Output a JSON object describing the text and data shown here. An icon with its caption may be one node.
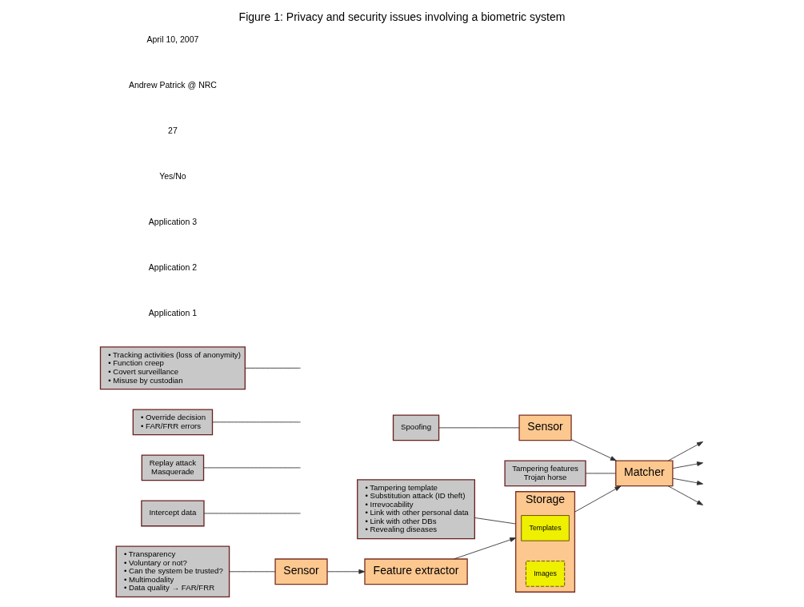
{
  "diagram": {
    "title": "Figure 1: Privacy and security issues involving a biometric system",
    "nodes": [
      {
        "text": [
          "Sensor"
        ]
      },
      {
        "text": [
          "Feature extractor"
        ]
      },
      {
        "text": [
          "Storage"
        ]
      },
      {
        "text": [
          "Templates"
        ],
        "in": 2
      },
      {
        "text": [
          "Images"
        ],
        "in": 2
      },
      {
        "text": [
          "• Transparency",
          "• Voluntary or not?",
          "• Can the system be trusted?",
          "• Multimodality",
          "• Data quality → FAR/FRR"
        ]
      },
      {
        "text": [
          "• Tampering template",
          "• Substitution attack (ID theft)",
          "• Irrevocability",
          "• Link with other personal data",
          "• Link with other DBs",
          "• Revealing diseases"
        ]
      },
      {
        "text": [
          "Intercept data"
        ]
      },
      {
        "text": [
          "Sensor"
        ]
      },
      {
        "text": [
          "Matcher"
        ]
      },
      {
        "text": [
          "Replay attack",
          "Masquerade"
        ]
      },
      {
        "text": [
          "Spoofing"
        ]
      },
      {
        "text": [
          "Tampering features",
          "Trojan horse"
        ]
      },
      {
        "text": [
          "• Override decision",
          "• FAR/FRR errors"
        ]
      },
      {
        "text": [
          "• Tracking activities (loss of anonymity)",
          "• Function creep",
          "• Covert surveillance",
          "• Misuse by custodian"
        ]
      }
    ],
    "edges": [
      {
        "from": 0,
        "to": 1,
        "arrow": "to"
      },
      {
        "from": 1,
        "to": 2,
        "arrow": "to"
      },
      {
        "from": 2,
        "to": 9,
        "arrow": "to"
      },
      {
        "from": 8,
        "to": 9,
        "arrow": "to"
      },
      {
        "from": 9,
        "to": null,
        "arrow": "to"
      },
      {
        "from": 9,
        "to": null,
        "arrow": "to"
      },
      {
        "from": 9,
        "to": null,
        "arrow": "to"
      },
      {
        "from": 9,
        "to": null,
        "arrow": "to"
      },
      {
        "from": 5,
        "to": 0,
        "arrow": "none"
      },
      {
        "from": 6,
        "to": 2,
        "arrow": "none"
      },
      {
        "from": 7,
        "to": null,
        "arrow": "none"
      },
      {
        "from": 10,
        "to": null,
        "arrow": "none"
      },
      {
        "from": 11,
        "to": 8,
        "arrow": "none"
      },
      {
        "from": 12,
        "to": 9,
        "arrow": "none"
      },
      {
        "from": 13,
        "to": null,
        "arrow": "none"
      },
      {
        "from": 14,
        "to": null,
        "arrow": "none"
      }
    ],
    "labels": [
      "Application 1",
      "Application 2",
      "Application 3",
      "Yes/No",
      "27",
      "Andrew Patrick @ NRC",
      "April 10, 2007"
    ]
  }
}
